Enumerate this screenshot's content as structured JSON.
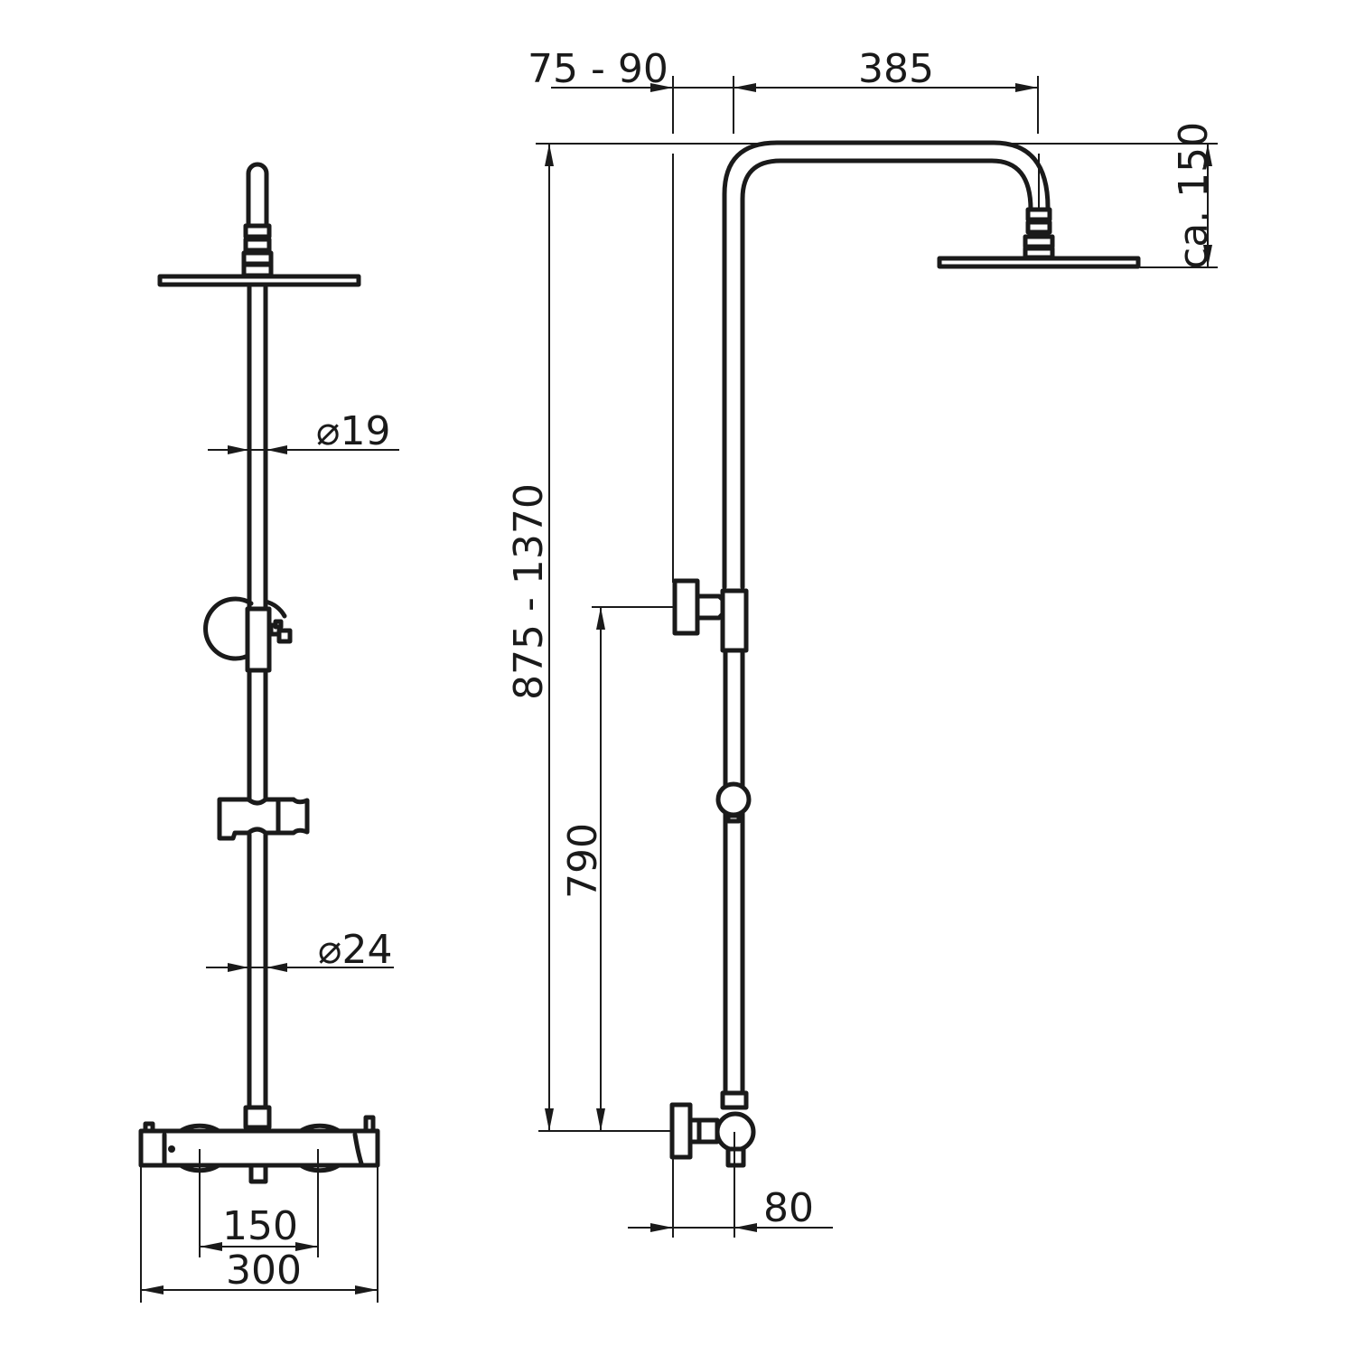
{
  "drawing": {
    "title": "Shower system technical drawing",
    "line_color": "#1a1a1a",
    "background": "#ffffff"
  },
  "front_view": {
    "rail_diameter_upper": "⌀19",
    "rail_diameter_lower": "⌀24",
    "valve_spacing": "150",
    "thermostat_width": "300"
  },
  "side_view": {
    "wall_offset": "75 - 90",
    "arm_projection": "385",
    "head_height": "ca. 150",
    "total_height": "875 - 1370",
    "bracket_height": "790",
    "valve_offset": "80"
  }
}
